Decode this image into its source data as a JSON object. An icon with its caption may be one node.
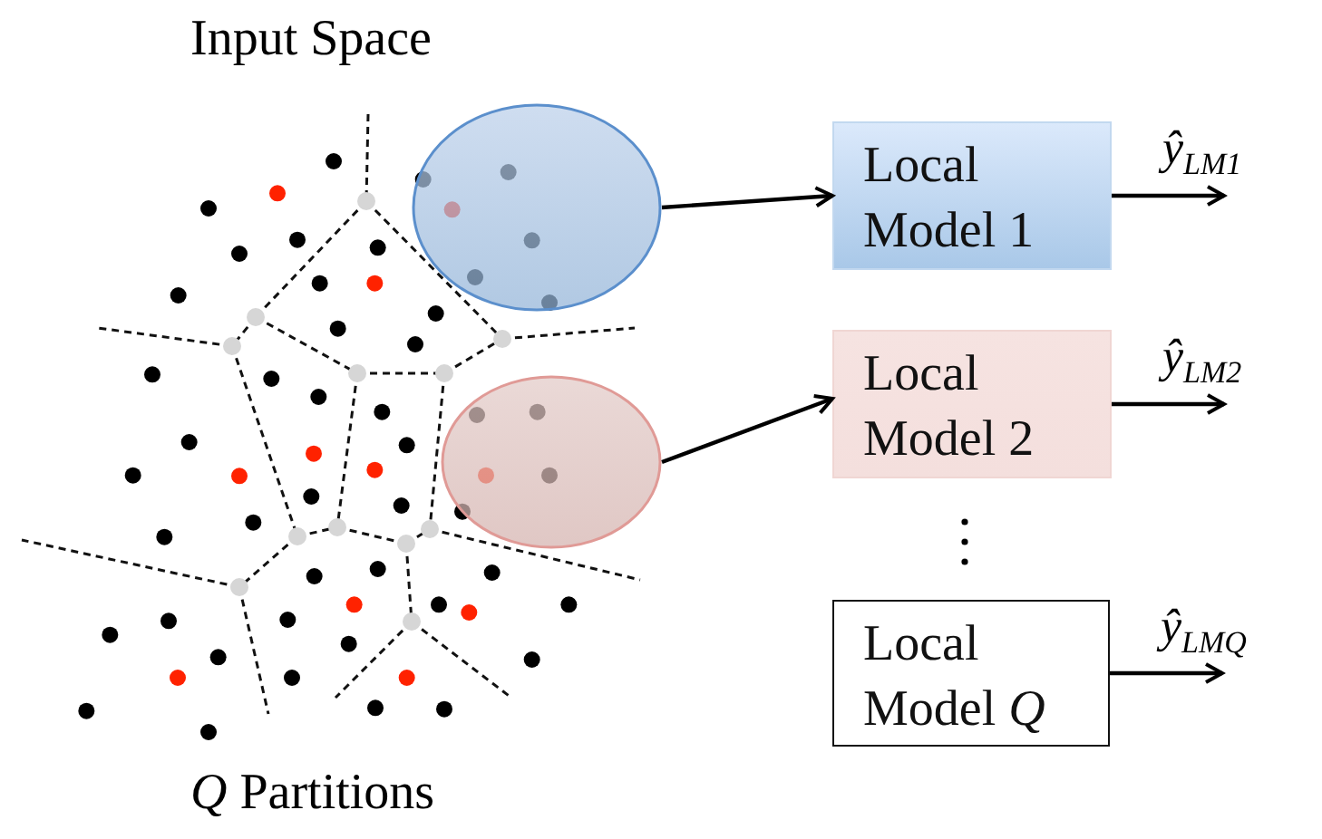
{
  "diagram": {
    "title": "Input Space",
    "caption": "*Q* Partitions",
    "nodes": [
      {
        "text": [],
        "shape": "circle"
      },
      {
        "text": [],
        "shape": "circle"
      },
      {
        "text": [
          "Local Model 1"
        ]
      },
      {
        "text": [
          "Local Model 2"
        ]
      },
      {
        "text": [
          "Local Model *Q*"
        ]
      }
    ],
    "edges": [
      {
        "from": 0,
        "to": 2,
        "arrow": "to"
      },
      {
        "from": 1,
        "to": 3,
        "arrow": "to"
      },
      {
        "from": 2,
        "to": null,
        "arrow": "to",
        "label": "*ŷ*$_{LM1}$"
      },
      {
        "from": 3,
        "to": null,
        "arrow": "to",
        "label": "*ŷ*$_{LM2}$"
      },
      {
        "from": 4,
        "to": null,
        "arrow": "to",
        "label": "*ŷ*$_{LMQ}$"
      }
    ]
  }
}
